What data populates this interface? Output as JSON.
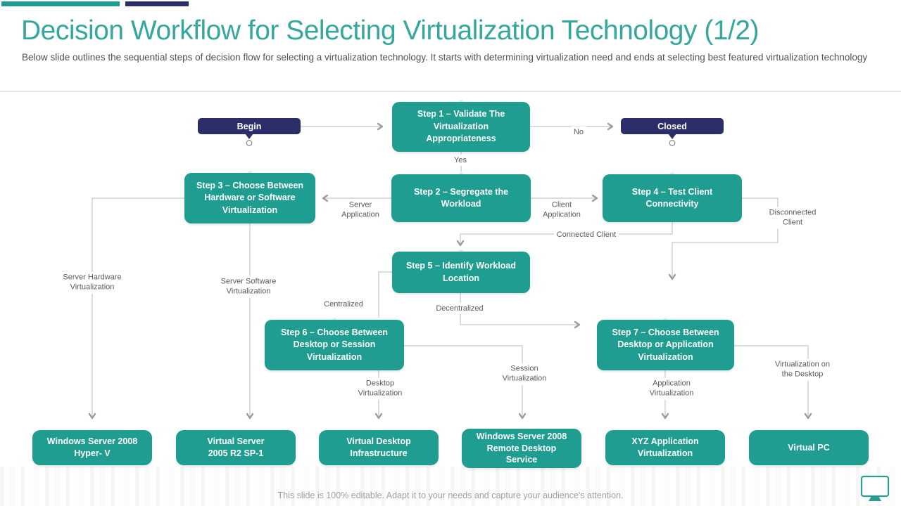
{
  "slide": {
    "title": "Decision Workflow for Selecting Virtualization Technology (1/2)",
    "subtitle": "Below slide outlines the sequential steps of decision flow for selecting a virtualization technology. It starts with determining virtualization need and ends at selecting best featured virtualization technology",
    "footer_note": "This slide is 100% editable. Adapt it to your needs and capture your audience's attention.",
    "colors": {
      "teal": "#1E9D90",
      "navy": "#2C2E6A",
      "title_teal": "#35A79C",
      "connector": "#C6C6C6",
      "label_text": "#595959",
      "footer_text": "#9E9E9E"
    }
  },
  "flowchart": {
    "terminals": {
      "begin": "Begin",
      "closed": "Closed"
    },
    "steps": [
      "Step 1 – Validate The\nVirtualization\nAppropriateness",
      "Step 2 – Segregate the\nWorkload",
      "Step 3 – Choose Between\nHardware or Software\nVirtualization",
      "Step 4 – Test Client\nConnectivity",
      "Step 5 – Identify Workload\nLocation",
      "Step 6 – Choose Between\nDesktop or Session\nVirtualization",
      "Step 7 – Choose Between\nDesktop or Application\nVirtualization"
    ],
    "outcomes": [
      "Windows Server 2008\nHyper- V",
      "Virtual Server\n2005 R2 SP-1",
      "Virtual Desktop\nInfrastructure",
      "Windows Server 2008\nRemote Desktop\nService",
      "XYZ Application\nVirtualization",
      "Virtual PC"
    ],
    "edge_labels": {
      "yes": "Yes",
      "no": "No",
      "server_application": "Server\nApplication",
      "client_application": "Client\nApplication",
      "connected_client": "Connected Client",
      "disconnected_client": "Disconnected\nClient",
      "centralized": "Centralized",
      "decentralized": "Decentralized",
      "desktop_virtualization": "Desktop\nVirtualization",
      "session_virtualization": "Session\nVirtualization",
      "application_virtualization": "Application\nVirtualization",
      "virtualization_on_the_desktop": "Virtualization on\nthe Desktop",
      "server_hardware_virtualization": "Server Hardware\nVirtualization",
      "server_software_virtualization": "Server Software\nVirtualization"
    }
  }
}
